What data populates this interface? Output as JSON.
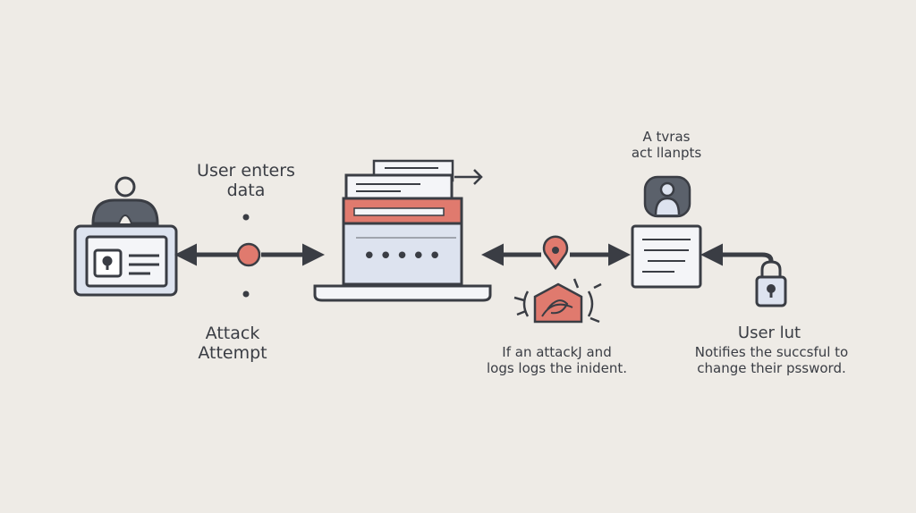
{
  "labels": {
    "user_enters": "User enters\ndata",
    "attack_attempt": "Attack\nAttempt",
    "attack_logs": "If an attackJ and\nlogs logs the inident.",
    "attempts": "A tvras\nact llanpts",
    "user_lut": "User lut",
    "notifies": "Notifies the succsful to\nchange their pssword."
  },
  "login_form": {
    "password_mask": "•••••"
  },
  "colors": {
    "background": "#eeebe6",
    "stroke": "#3a3d44",
    "accent_red": "#e07a6e",
    "panel_blue": "#dde3ef",
    "panel_gray": "#5b616b"
  },
  "icons": [
    "user-card-icon",
    "login-form-icon",
    "attack-alert-icon",
    "alert-document-icon",
    "padlock-icon",
    "user-avatar-icon"
  ]
}
